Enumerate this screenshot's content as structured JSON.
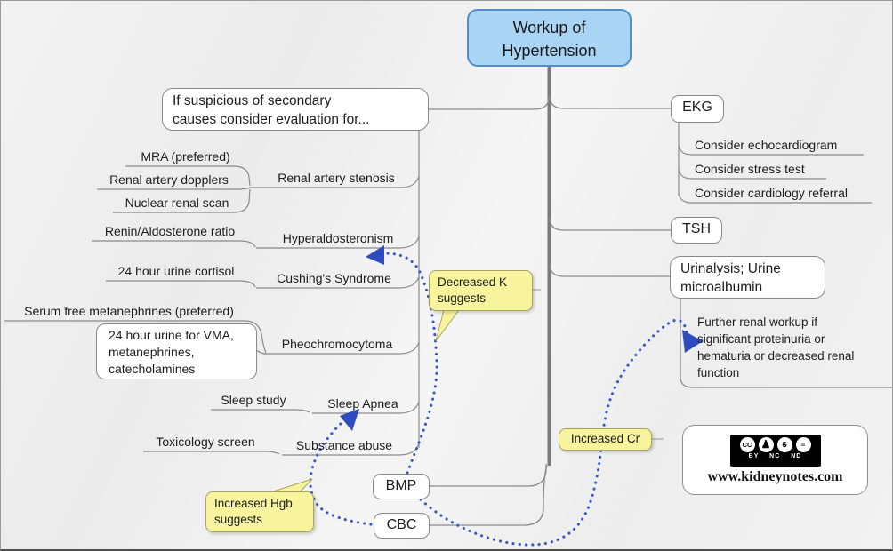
{
  "root": {
    "label": "Workup of\nHypertension"
  },
  "secondary": {
    "header": "If suspicious of secondary\ncauses consider evaluation for...",
    "causes": [
      {
        "label": "Renal artery stenosis",
        "tests": [
          "MRA (preferred)",
          "Renal artery dopplers",
          "Nuclear renal scan"
        ]
      },
      {
        "label": "Hyperaldosteronism",
        "tests": [
          "Renin/Aldosterone ratio"
        ]
      },
      {
        "label": "Cushing's Syndrome",
        "tests": [
          "24 hour urine cortisol"
        ]
      },
      {
        "label": "Pheochromocytoma",
        "tests": [
          "Serum free metanephrines (preferred)",
          "24 hour urine for VMA,\nmetanephrines,\ncatecholamines"
        ]
      },
      {
        "label": "Sleep Apnea",
        "tests": [
          "Sleep study"
        ]
      },
      {
        "label": "Substance abuse",
        "tests": [
          "Toxicology screen"
        ]
      }
    ]
  },
  "routine": {
    "ekg": {
      "label": "EKG",
      "recommendations": [
        "Consider echocardiogram",
        "Consider stress test",
        "Consider cardiology referral"
      ]
    },
    "tsh": {
      "label": "TSH"
    },
    "urinalysis": {
      "label": "Urinalysis; Urine\nmicroalbumin",
      "followup": "Further renal workup if\nsignificant proteinuria or\nhematuria or decreased renal\nfunction"
    },
    "bmp": {
      "label": "BMP"
    },
    "cbc": {
      "label": "CBC"
    }
  },
  "notes": {
    "decreased_k": {
      "label": "Decreased K\nsuggests"
    },
    "increased_cr": {
      "label": "Increased Cr"
    },
    "increased_hgb": {
      "label": "Increased Hgb\nsuggests"
    }
  },
  "credit": {
    "website": "www.kidneynotes.com",
    "license_caption": "BY NC ND",
    "license_icons": [
      "cc",
      "by",
      "nc",
      "nd"
    ],
    "license_glyphs": [
      "CC",
      "♟",
      "$",
      "="
    ]
  },
  "colors": {
    "root_fill": "#a9d4f4",
    "root_border": "#4e8fcd",
    "node_border": "#8a8a8a",
    "line_gray": "#8a8a8a",
    "trunk_gray": "#7a7a7a",
    "note_fill": "#f8f49e",
    "note_border": "#a6a55e",
    "arrow_blue": "#3a56c8",
    "background": "#efefef"
  }
}
